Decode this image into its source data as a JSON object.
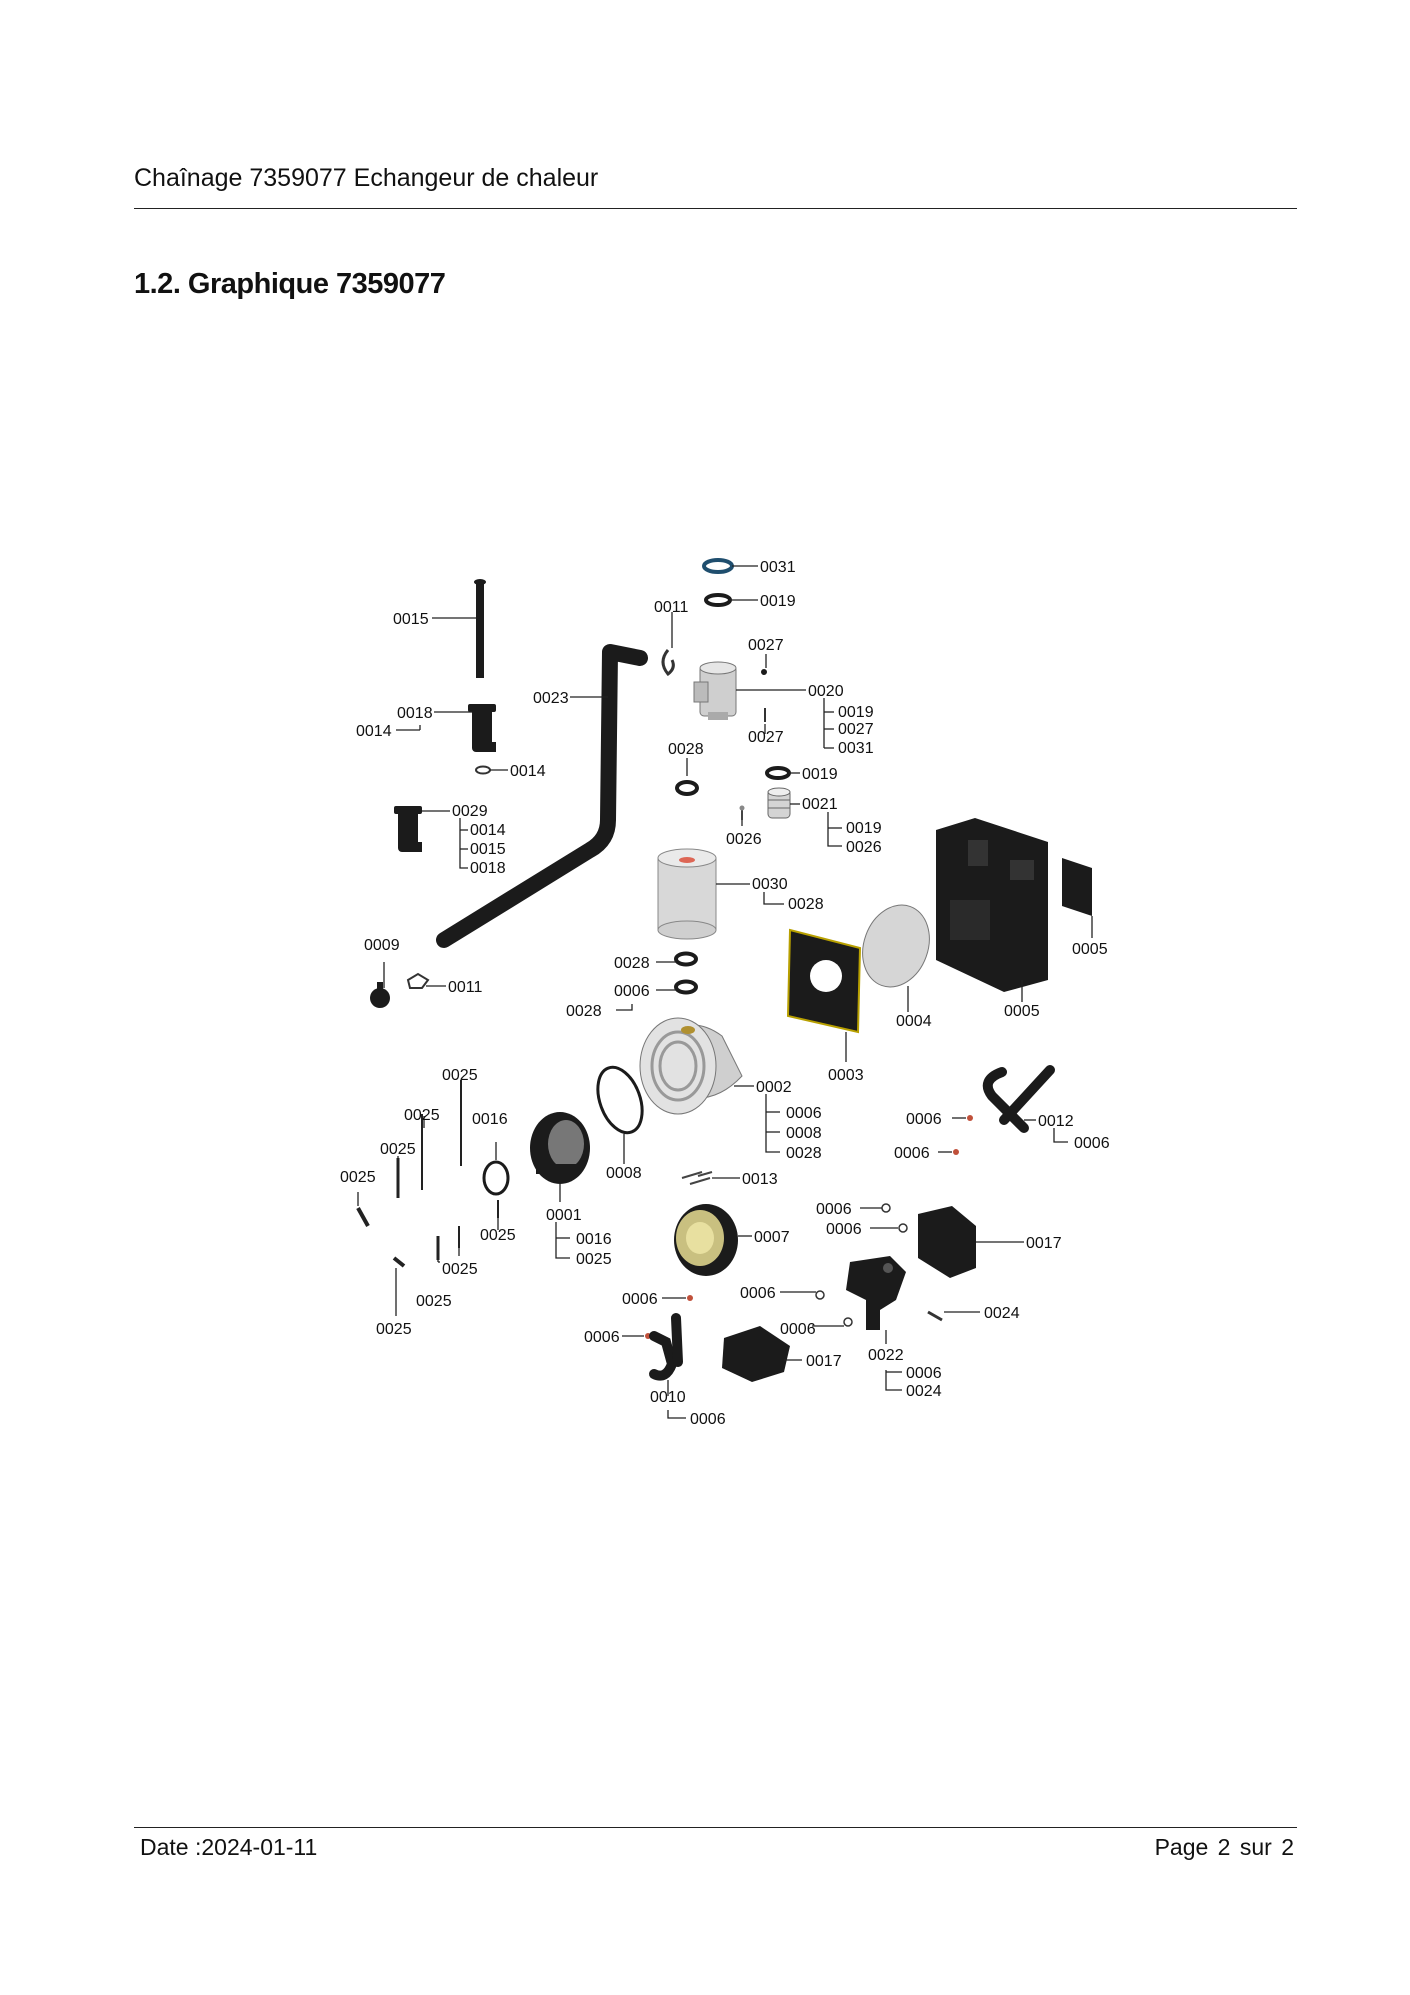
{
  "header": {
    "title": "Chaînage 7359077 Echangeur de chaleur"
  },
  "section": {
    "title": "1.2. Graphique 7359077"
  },
  "diagram": {
    "labels": {
      "p0031": "0031",
      "p0019_top": "0019",
      "p0011_top": "0011",
      "p0027_top": "0027",
      "p0015": "0015",
      "p0023": "0023",
      "p0020": "0020",
      "p0020_sub1": "0019",
      "p0020_sub2": "0027",
      "p0020_sub3": "0031",
      "p0027_mid": "0027",
      "p0018": "0018",
      "p0014_left": "0014",
      "p0014_ring": "0014",
      "p0028_top": "0028",
      "p0019_mid": "0019",
      "p0021": "0021",
      "p0021_sub1": "0019",
      "p0021_sub2": "0026",
      "p0026": "0026",
      "p0029": "0029",
      "p0029_sub1": "0014",
      "p0029_sub2": "0015",
      "p0029_sub3": "0018",
      "p0030": "0030",
      "p0030_sub1": "0028",
      "p0005_right": "0005",
      "p0009": "0009",
      "p0011_mid": "0011",
      "p0028_a": "0028",
      "p0006_a": "0006",
      "p0028_b": "0028",
      "p0004": "0004",
      "p0005": "0005",
      "p0003": "0003",
      "p0025_a": "0025",
      "p0002": "0002",
      "p0002_sub1": "0006",
      "p0002_sub2": "0008",
      "p0002_sub3": "0028",
      "p0025_b": "0025",
      "p0016": "0016",
      "p0006_b": "0006",
      "p0012": "0012",
      "p0012_sub1": "0006",
      "p0025_c": "0025",
      "p0006_c": "0006",
      "p0008": "0008",
      "p0025_d": "0025",
      "p0013": "0013",
      "p0001": "0001",
      "p0006_d": "0006",
      "p0025_e": "0025",
      "p0006_e": "0006",
      "p0001_sub1": "0016",
      "p0001_sub2": "0025",
      "p0007": "0007",
      "p0017_right": "0017",
      "p0025_f": "0025",
      "p0025_g": "0025",
      "p0006_f": "0006",
      "p0006_g": "0006",
      "p0024": "0024",
      "p0025_h": "0025",
      "p0006_h": "0006",
      "p0006_i": "0006",
      "p0017": "0017",
      "p0022": "0022",
      "p0022_sub1": "0006",
      "p0022_sub2": "0024",
      "p0010": "0010",
      "p0010_sub1": "0006"
    }
  },
  "footer": {
    "date": "Date :2024-01-11",
    "page": "Page 2 sur  2"
  }
}
